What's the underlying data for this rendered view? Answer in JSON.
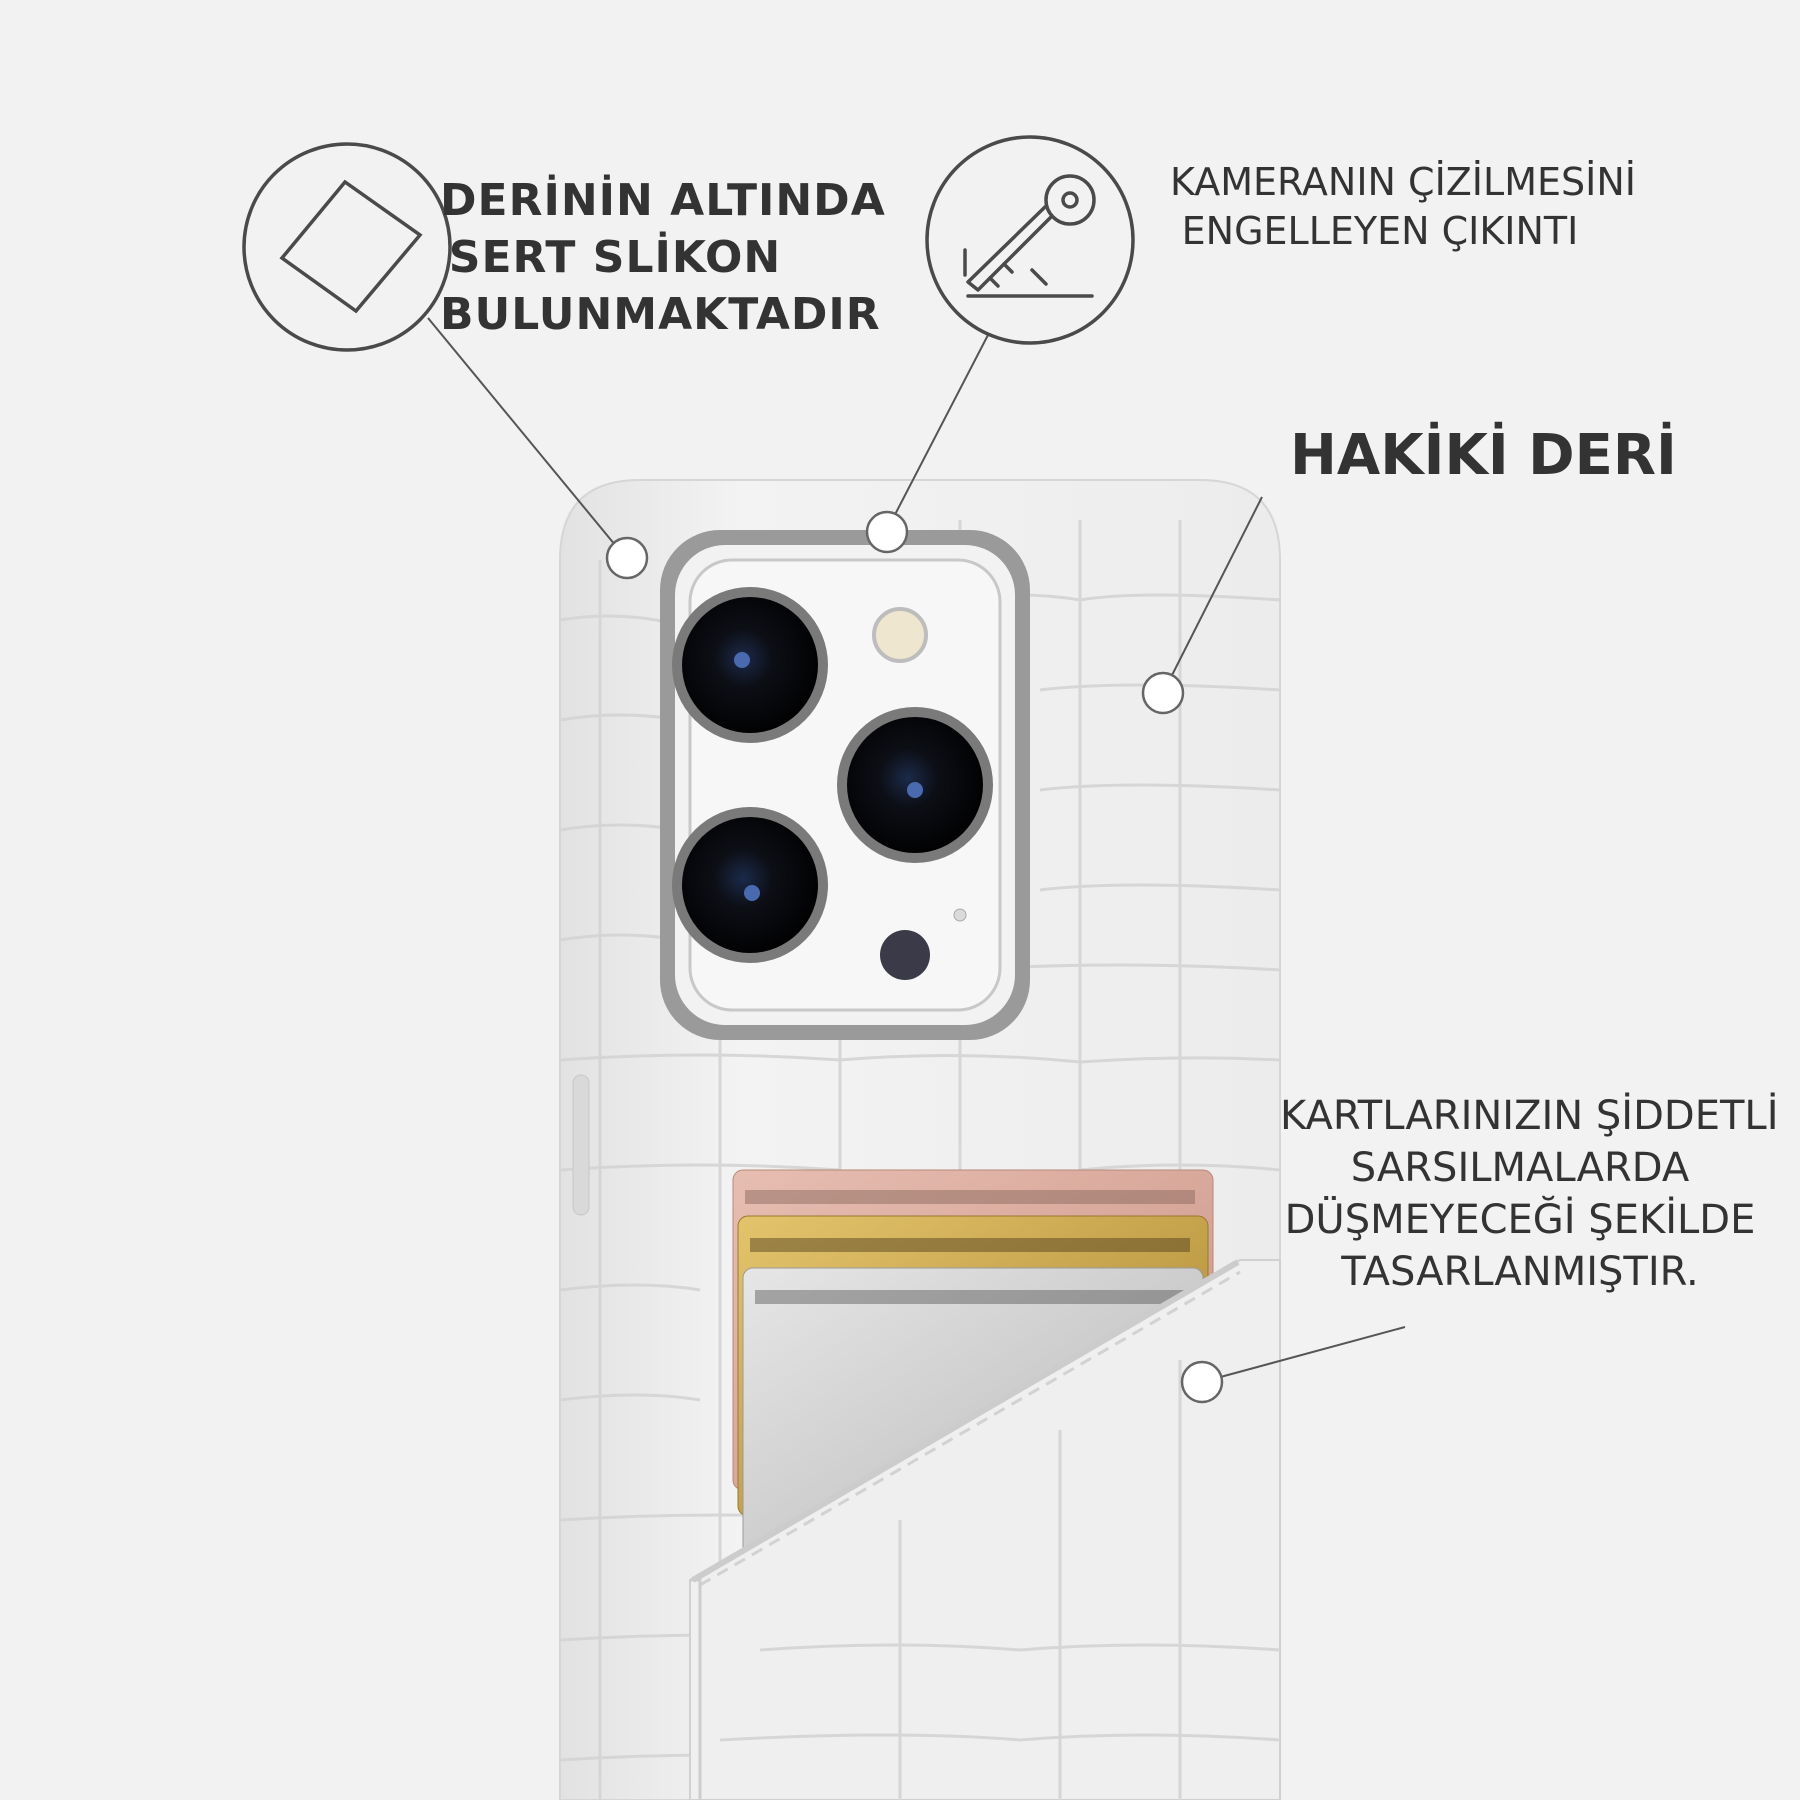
{
  "annotations": {
    "silicone": {
      "icon": "card-outline-icon",
      "lines": [
        "DERİNİN ALTINDA",
        "SERT SLİKON",
        "BULUNMAKTADIR"
      ]
    },
    "camera": {
      "icon": "key-scratch-icon",
      "lines": [
        "KAMERANIN ÇİZİLMESİNİ",
        "ENGELLEYEN ÇIKINTI"
      ]
    },
    "leather": {
      "lines": [
        "HAKİKİ DERİ"
      ]
    },
    "cards": {
      "lines": [
        "KARTLARINIZIN ŞİDDETLİ",
        "SARSILMALARDA",
        "DÜŞMEYECEĞİ ŞEKİLDE",
        "TASARLANMIŞTIR."
      ]
    }
  },
  "colors": {
    "background": "#f2f2f2",
    "case": "#eeeeee",
    "text": "#333333",
    "camera_frame": "#8a8a8a",
    "card_rose": "#d9a79a",
    "card_gold": "#c9a24a",
    "card_silver": "#c8c8c8"
  }
}
